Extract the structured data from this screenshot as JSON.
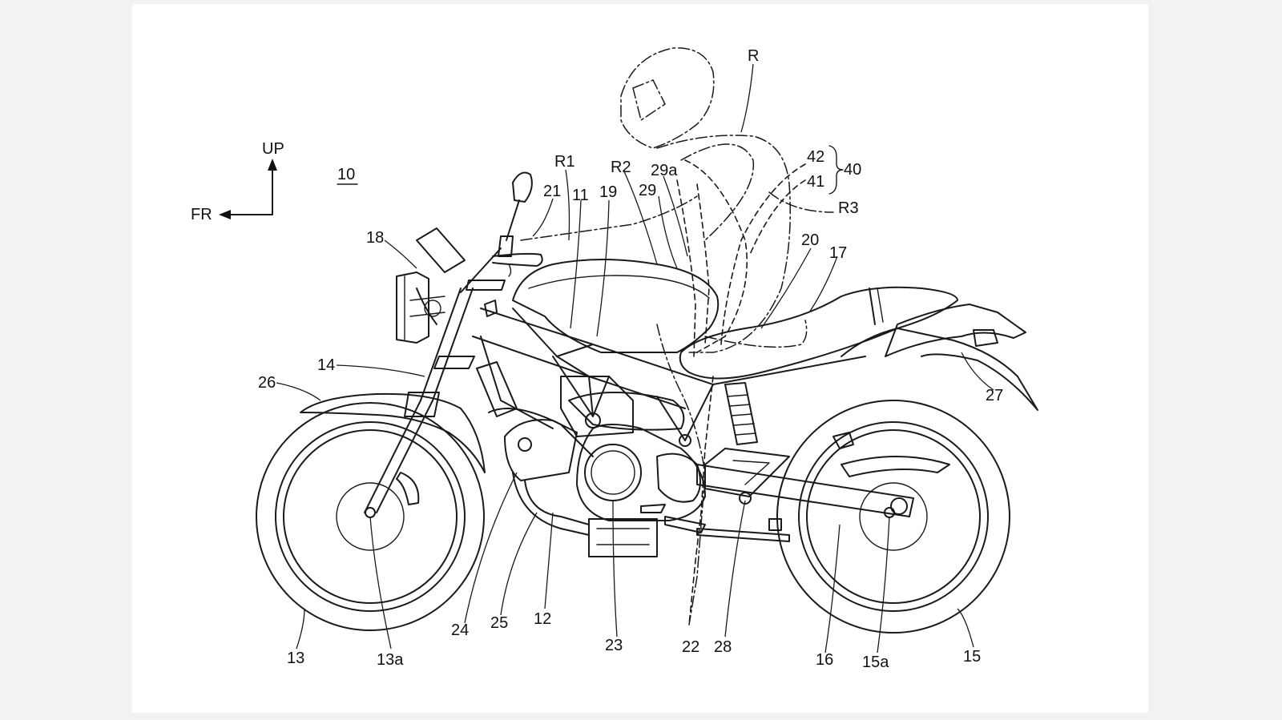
{
  "figure": {
    "figure_number": "10",
    "direction_labels": {
      "up": "UP",
      "front": "FR"
    },
    "labels": {
      "rider": "R",
      "r1": "R1",
      "r2": "R2",
      "r3": "R3",
      "l29a": "29a",
      "l29": "29",
      "l42": "42",
      "l41": "41",
      "l40": "40",
      "l21": "21",
      "l11": "11",
      "l19": "19",
      "l18": "18",
      "l20": "20",
      "l17": "17",
      "l14": "14",
      "l26": "26",
      "l27": "27",
      "l24": "24",
      "l25": "25",
      "l12": "12",
      "l23": "23",
      "l22": "22",
      "l28": "28",
      "l13": "13",
      "l13a": "13a",
      "l16": "16",
      "l15a": "15a",
      "l15": "15"
    }
  }
}
